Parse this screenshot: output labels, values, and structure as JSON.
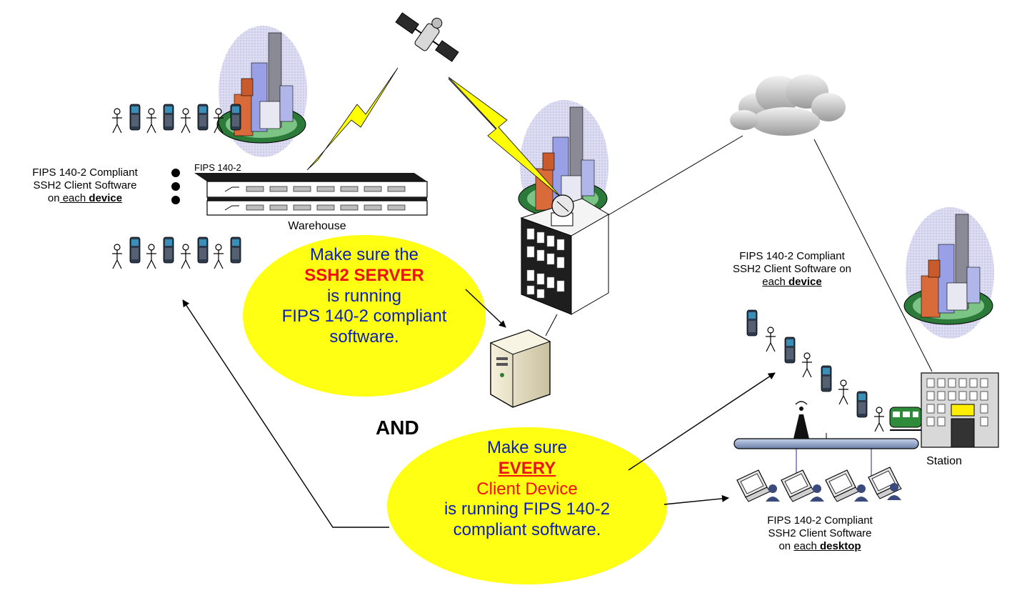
{
  "warehouse": {
    "tag": "FIPS 140-2",
    "name": "Warehouse",
    "client_note": {
      "line1": "FIPS 140-2 Compliant",
      "line2": "SSH2 Client Software",
      "line3_pre": "on",
      "line3_mid": " each ",
      "line3_bold": "device"
    }
  },
  "station": {
    "name": "Station",
    "device_note": {
      "line1": "FIPS 140-2 Compliant",
      "line2": "SSH2 Client Software on",
      "line3_pre": "each ",
      "line3_bold": "device"
    },
    "desktop_note": {
      "line1": "FIPS 140-2 Compliant",
      "line2": "SSH2 Client Software",
      "line3_pre": "on ",
      "line3_mid": "each ",
      "line3_bold": "desktop"
    }
  },
  "server_callout": {
    "line1": "Make sure the",
    "line2": "SSH2 SERVER",
    "line3": "is running",
    "line4": "FIPS 140-2 compliant",
    "line5": "software."
  },
  "and_label": "AND",
  "client_callout": {
    "line1": "Make sure",
    "line2": "EVERY",
    "line3": "Client Device",
    "line4": "is running FIPS 140-2",
    "line5": "compliant software."
  },
  "colors": {
    "callout_fill": "#ffff14",
    "callout_text": "#0b1fb4",
    "emphasis": "#ee1111",
    "lightning": "#ffff00"
  }
}
